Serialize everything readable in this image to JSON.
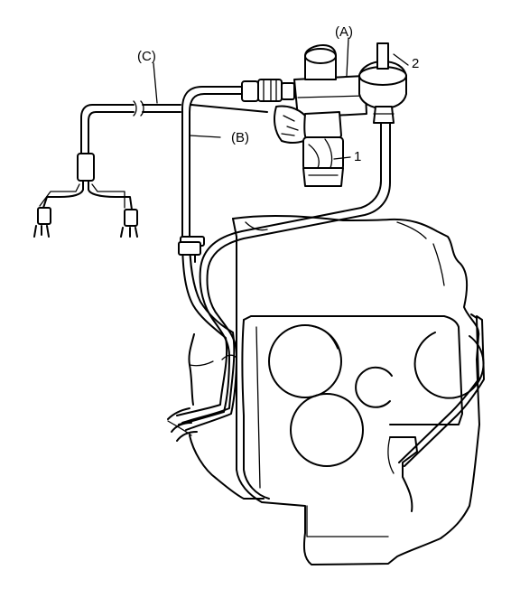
{
  "labels": {
    "a": "(A)",
    "b": "(B)",
    "c": "(C)",
    "one": "1",
    "two": "2"
  },
  "colors": {
    "line": "#000000",
    "background": "#ffffff"
  }
}
